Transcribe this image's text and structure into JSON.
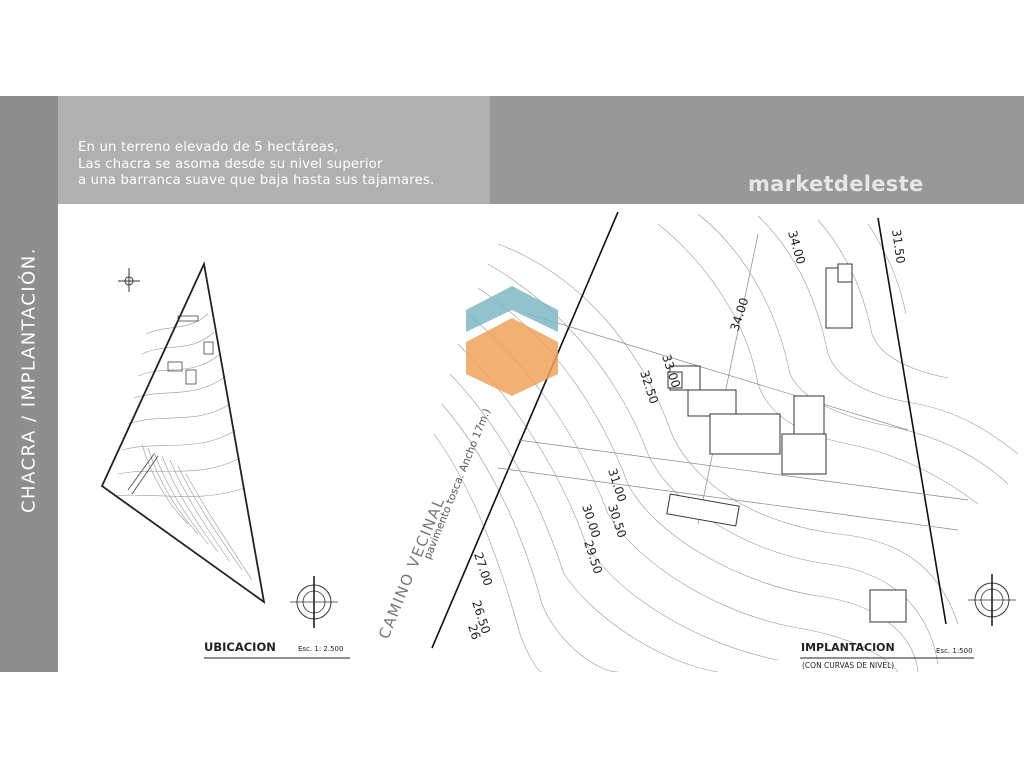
{
  "sidebar": {
    "title": "CHACRA / IMPLANTACIÓN."
  },
  "intro": {
    "lines": [
      "En un terreno elevado de 5 hectáreas,",
      "Las chacra se asoma desde su nivel superior",
      "a una barranca suave que baja hasta sus tajamares."
    ]
  },
  "brand": {
    "name": "marketdeleste"
  },
  "ubicacion": {
    "title": "UBICACION",
    "scale": "Esc. 1: 2.500"
  },
  "implantacion": {
    "title": "IMPLANTACION",
    "subtitle": "(CON CURVAS DE NIVEL)",
    "scale": "Esc. 1:500",
    "road_label": "CAMINO VECINAL",
    "road_sublabel": "pavimento tosca. Ancho 17m.)",
    "contour_labels": [
      "34.00",
      "31.50",
      "34.00",
      "33.00",
      "32.50",
      "31.00",
      "30.50",
      "30.00",
      "29.50",
      "27.00",
      "26.50",
      "26"
    ]
  },
  "colors": {
    "sidebar": "#8e8e8e",
    "intro_box": "#b0b0b0",
    "brand_bar": "#989898",
    "logo_teal": "#7fb8c4",
    "logo_orange": "#f0a35c"
  }
}
